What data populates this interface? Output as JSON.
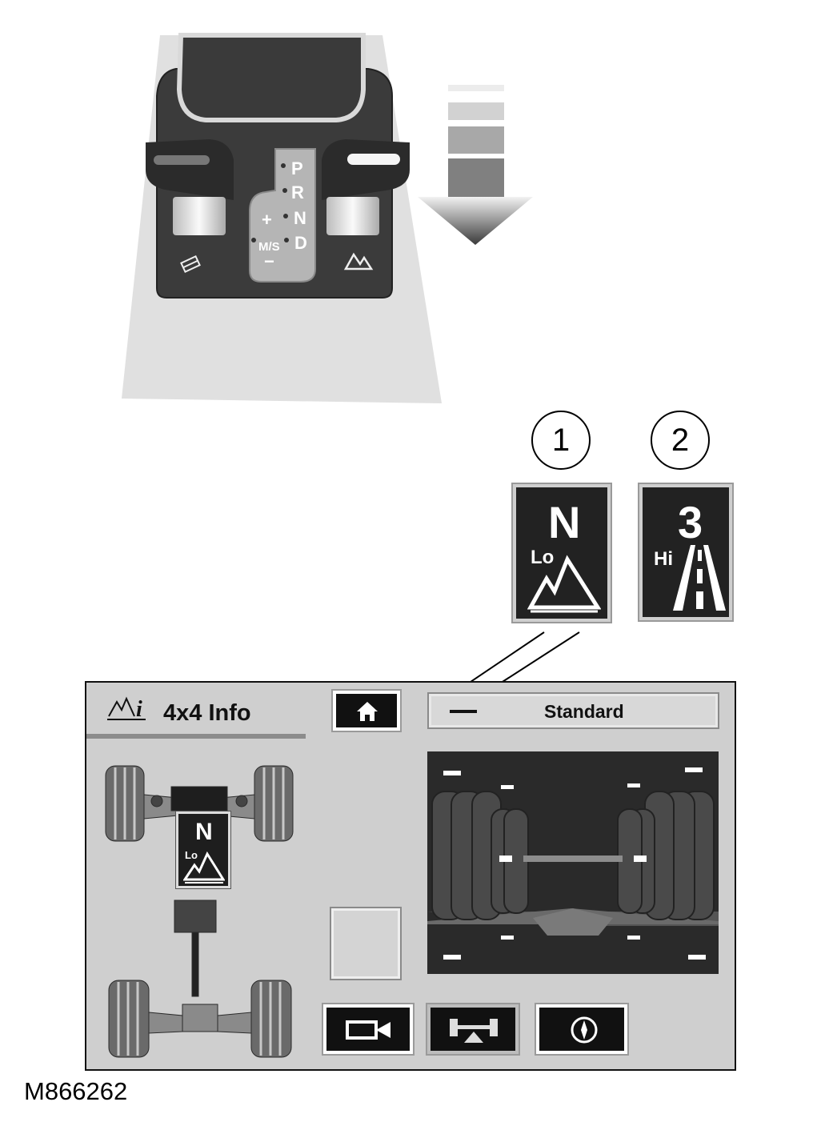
{
  "figure_id": "M866262",
  "selector": {
    "letters": [
      "P",
      "R",
      "N",
      "D"
    ],
    "manual_label": "M/S",
    "plus": "+",
    "minus": "−"
  },
  "callouts": [
    {
      "number": "1",
      "gear": "N",
      "range": "Lo",
      "terrain": "mountain-icon"
    },
    {
      "number": "2",
      "gear": "3",
      "range": "Hi",
      "terrain": "road-icon"
    }
  ],
  "panel": {
    "title": "4x4 Info",
    "mode": "Standard",
    "dash": "—",
    "gear_overlay": {
      "gear": "N",
      "range": "Lo"
    },
    "buttons": [
      "home-icon",
      "camera-icon",
      "axle-view-icon",
      "compass-icon"
    ]
  },
  "colors": {
    "display_bg": "#cfcfcf",
    "tile_bg": "#222222",
    "view_bg": "#2a2a2a"
  }
}
